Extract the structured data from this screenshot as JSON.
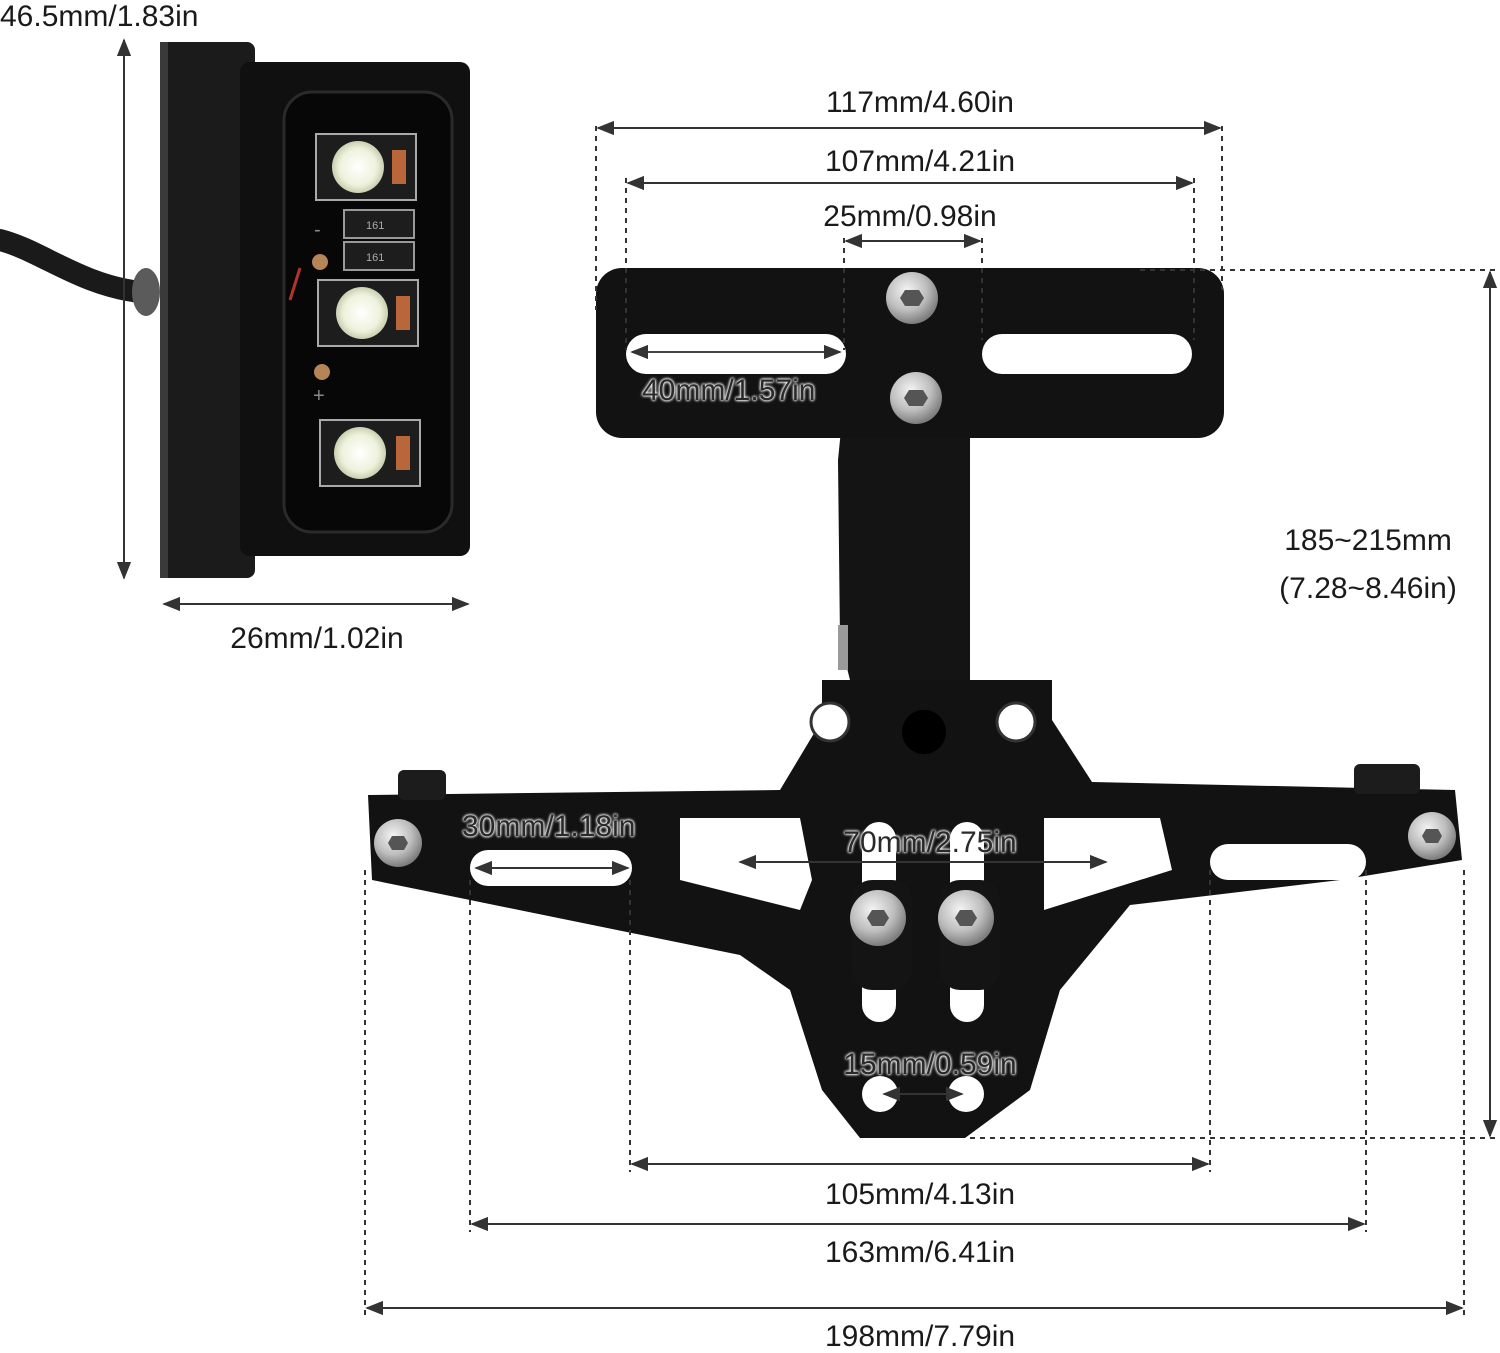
{
  "dimensions": {
    "light_height": "46.5mm/1.83in",
    "light_depth": "26mm/1.02in",
    "top_plate_width": "117mm/4.60in",
    "top_slot_span": "107mm/4.21in",
    "top_center_gap": "25mm/0.98in",
    "top_slot_length": "40mm/1.57in",
    "height_range_mm": "185~215mm",
    "height_range_in": "(7.28~8.46in)",
    "bottom_slot_length": "30mm/1.18in",
    "center_slot_span": "70mm/2.75in",
    "bottom_hole_gap": "15mm/0.59in",
    "inner_slot_span": "105mm/4.13in",
    "outer_slot_span": "163mm/6.41in",
    "total_width": "198mm/7.79in"
  },
  "led_labels": {
    "minus": "-",
    "plus": "+",
    "chip_a": "161",
    "chip_b": "161"
  },
  "colors": {
    "metal": "#111111",
    "dimension_line": "#333333",
    "led": "#f2f4e8"
  }
}
